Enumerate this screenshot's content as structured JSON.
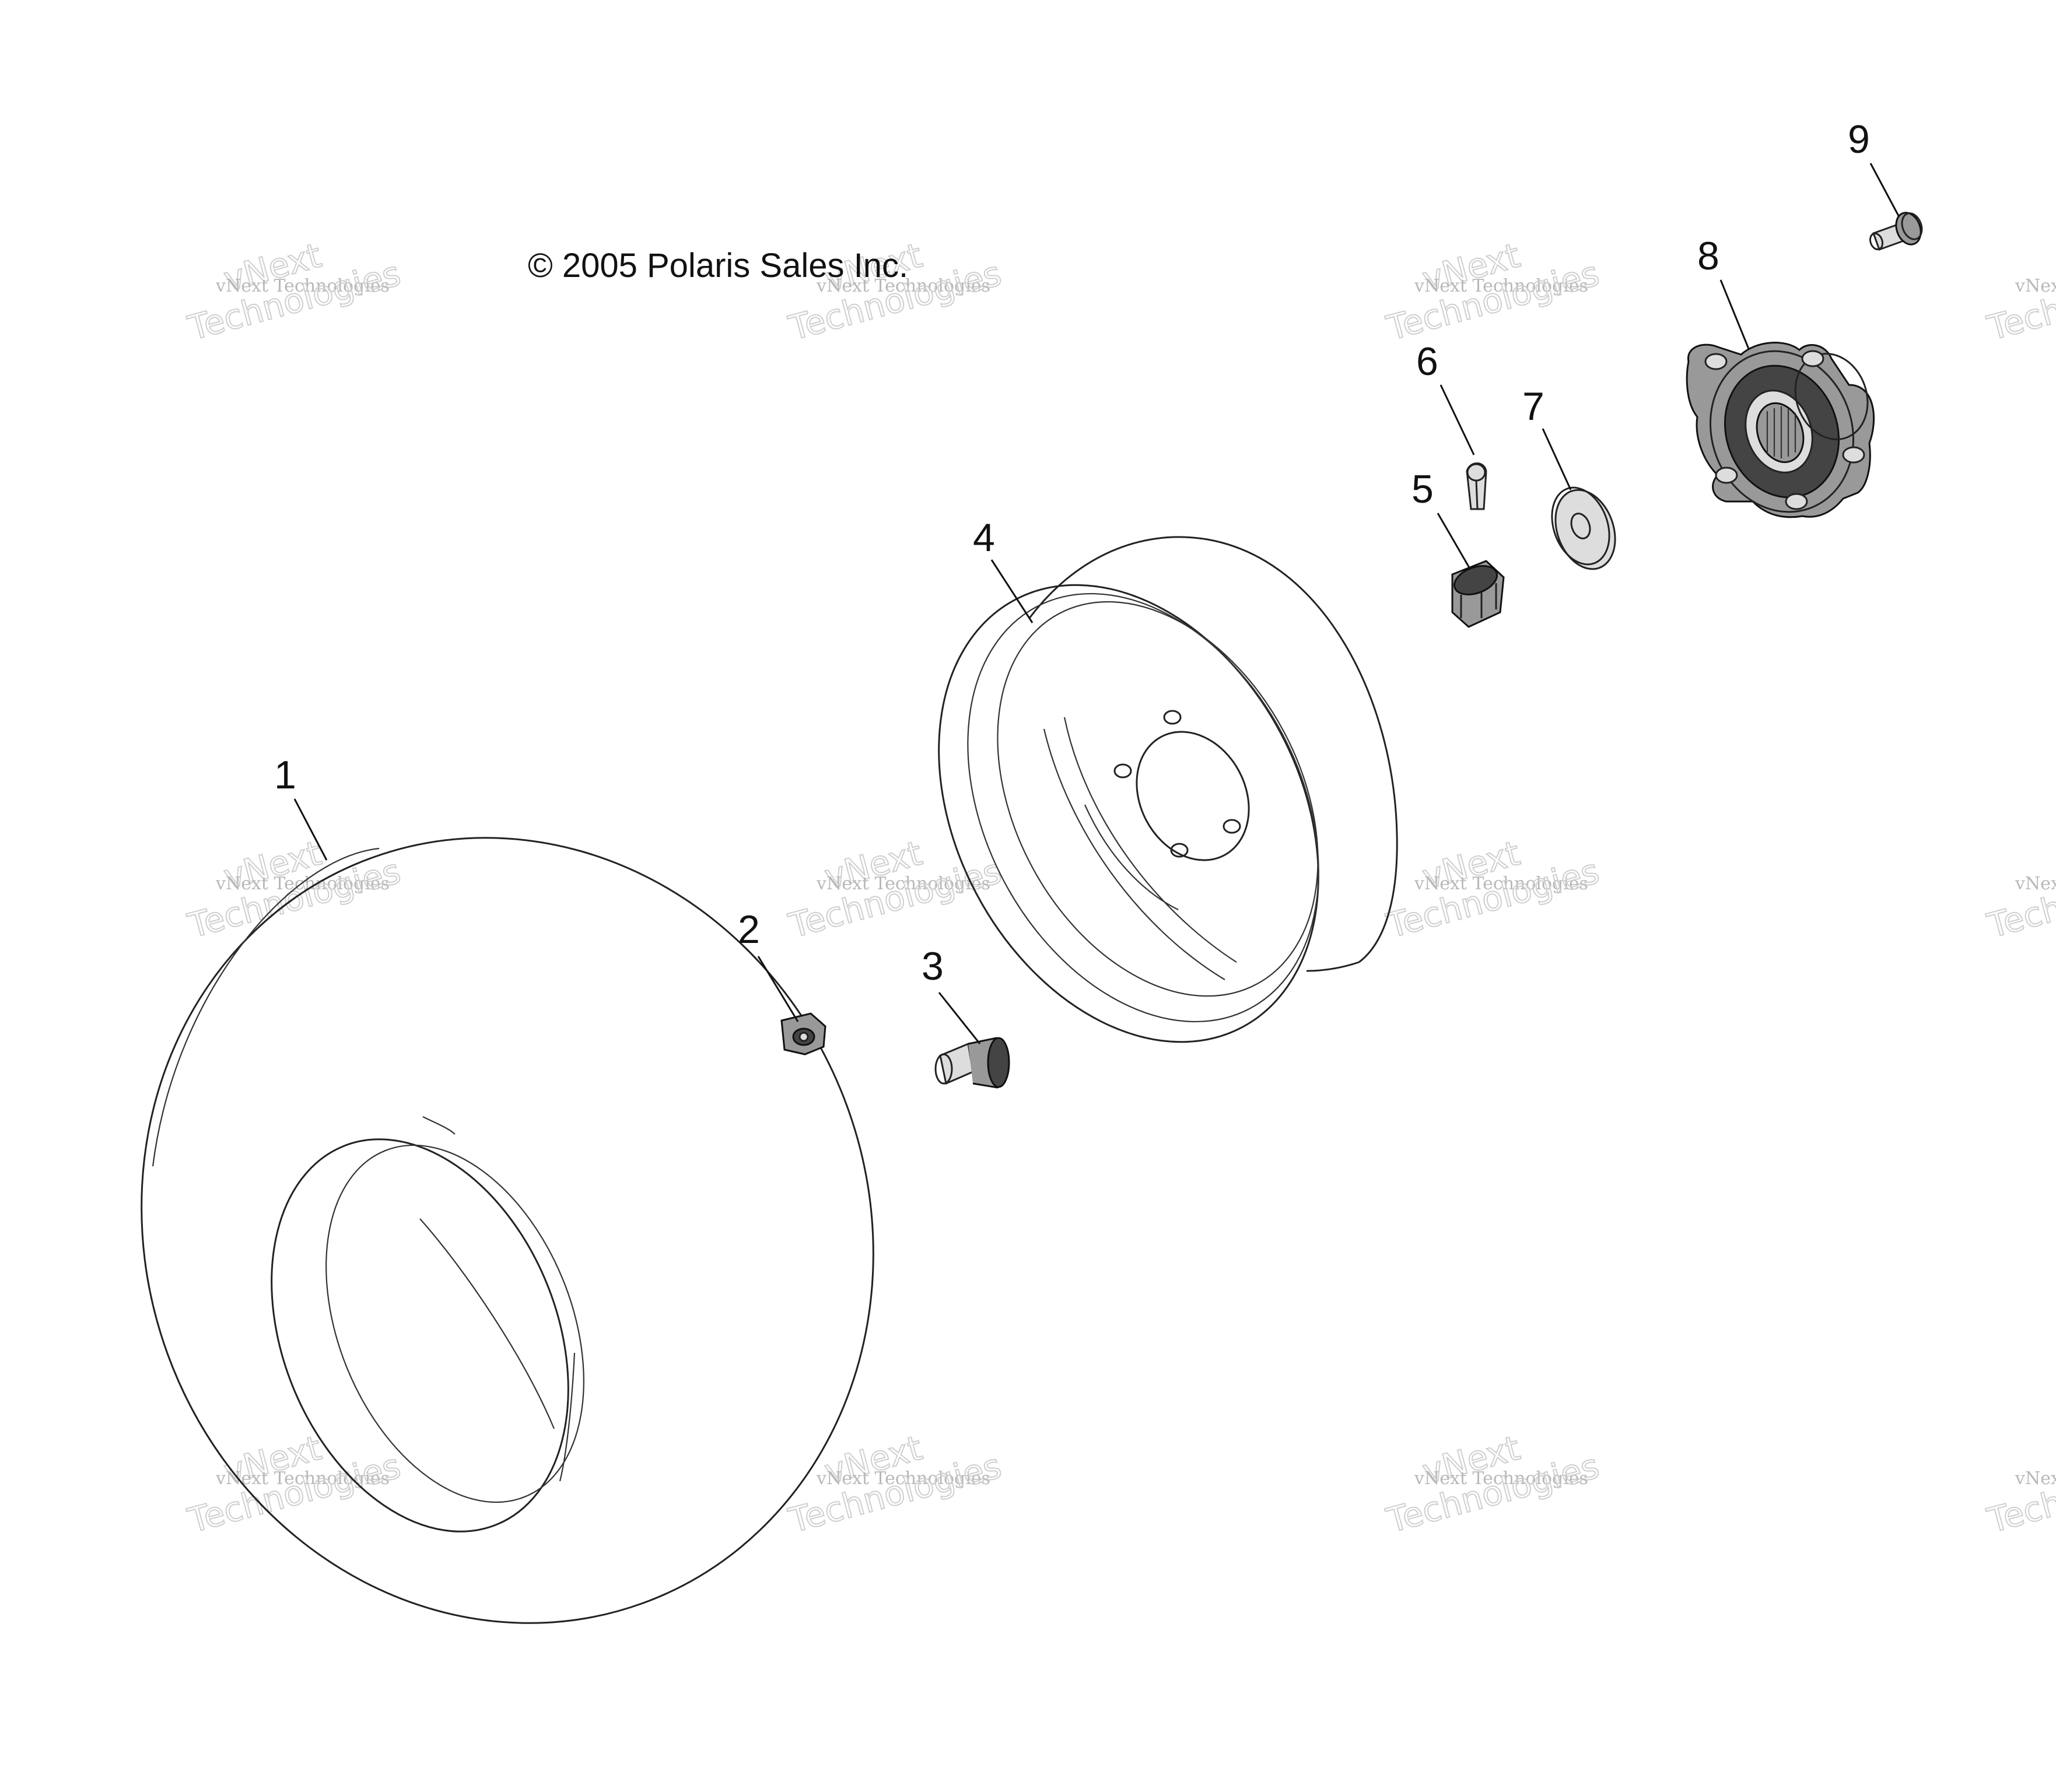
{
  "copyright": "© 2005 Polaris Sales Inc.",
  "watermark": {
    "line1": "vNext Technologies",
    "line2": "vNext",
    "line3": "Technologies"
  },
  "callouts": [
    "1",
    "2",
    "3",
    "4",
    "5",
    "6",
    "7",
    "8",
    "9"
  ],
  "colors": {
    "line": "#222222",
    "watermark": "#c0c0c0",
    "background": "#ffffff"
  }
}
